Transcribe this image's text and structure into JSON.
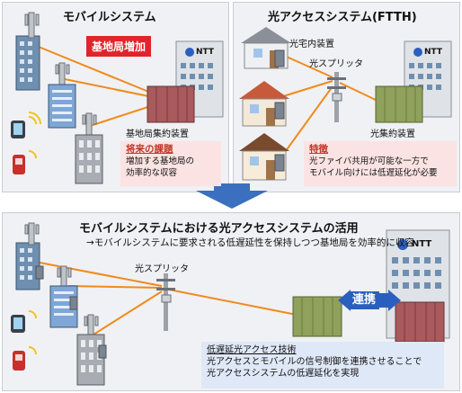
{
  "top_left": {
    "title": "モバイルシステム",
    "badge": "基地局増加",
    "equipment_label": "基地局集約装置",
    "note_heading": "将来の課題",
    "note_lines": [
      "増加する基地局の",
      "効率的な収容"
    ],
    "ntt_logo": "NTT"
  },
  "top_right": {
    "title": "光アクセスシステム(FTTH)",
    "home_device_label": "光宅内装置",
    "splitter_label": "光スプリッタ",
    "aggregator_label": "光集約装置",
    "note_heading": "特徴",
    "note_lines": [
      "光ファイバ共用が可能な一方で",
      "モバイル向けには低遅延化が必要"
    ],
    "ntt_logo": "NTT"
  },
  "bottom": {
    "title": "モバイルシステムにおける光アクセスシステムの活用",
    "subtitle": "→モバイルシステムに要求される低遅延性を保持しつつ基地局を効率的に収容",
    "splitter_label": "光スプリッタ",
    "link_badge": "連携",
    "note_heading": "低遅延光アクセス技術",
    "note_lines": [
      "光アクセスとモバイルの信号制御を連携させることで",
      "光アクセスシステムの低遅延化を実現"
    ],
    "ntt_logo": "NTT"
  },
  "colors": {
    "fiber_line": "#f08a1c",
    "accent_red": "#e0242c",
    "accent_blue": "#2b5fbf",
    "panel_bg": "#f0f1f4"
  }
}
